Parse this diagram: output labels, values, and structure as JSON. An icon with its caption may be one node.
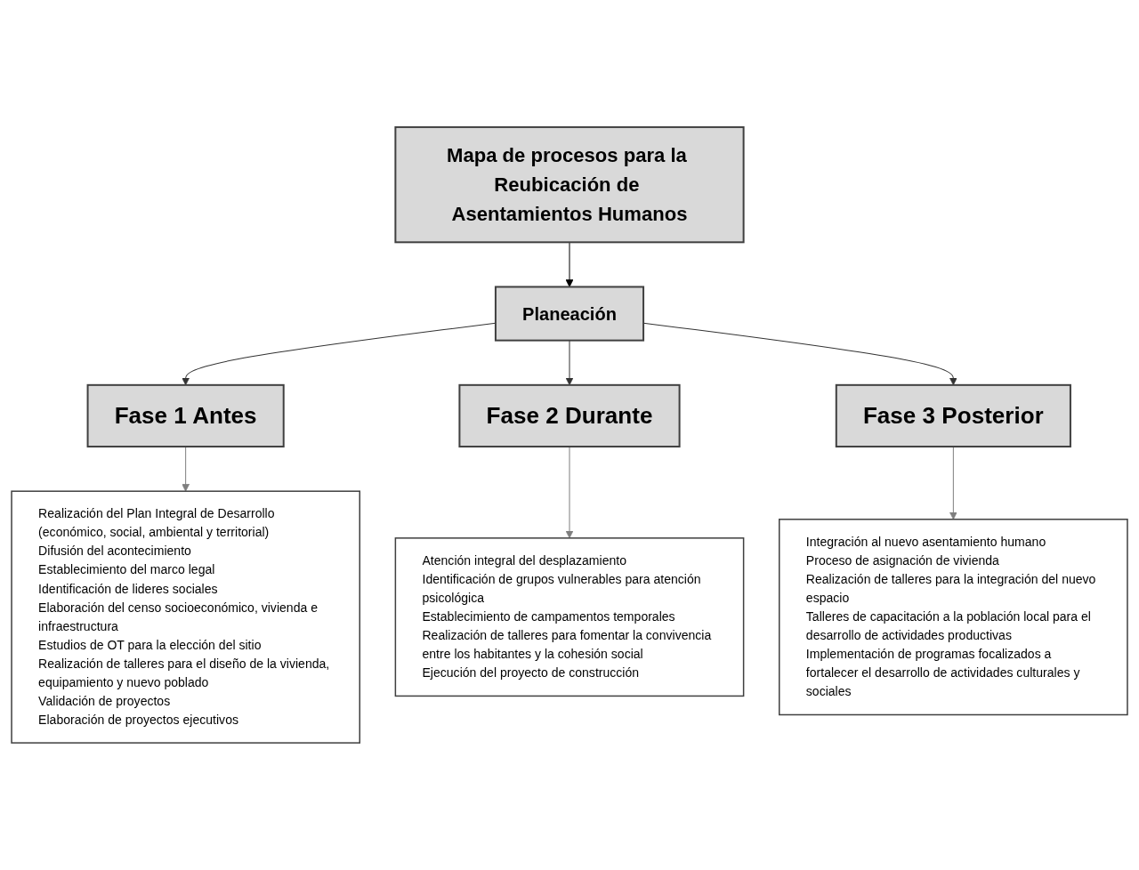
{
  "diagram": {
    "nodes": [
      {
        "text": [
          "Mapa de procesos para la Reubicación de Asentamientos Humanos"
        ]
      },
      {
        "text": [
          "Planeación"
        ]
      },
      {
        "text": [
          "Fase 1 Antes"
        ]
      },
      {
        "text": [
          "Fase 2 Durante"
        ]
      },
      {
        "text": [
          "Fase 3 Posterior"
        ]
      },
      {
        "text": [
          "Realización del Plan Integral de Desarrollo (económico, social, ambiental y territorial)",
          "Difusión del acontecimiento",
          "Establecimiento del marco legal",
          "Identificación de lideres sociales",
          "Elaboración del censo socioeconómico, vivienda e infraestructura",
          "Estudios de OT para la elección del sitio",
          "Realización de talleres para el diseño de la vivienda, equipamiento y nuevo poblado",
          "Validación de proyectos",
          "Elaboración de proyectos ejecutivos"
        ]
      },
      {
        "text": [
          "Atención integral del desplazamiento",
          "Identificación de grupos vulnerables para atención psicológica",
          "Establecimiento de campamentos temporales",
          "Realización de talleres para fomentar la convivencia entre los habitantes y la cohesión social",
          "Ejecución del proyecto de construcción"
        ]
      },
      {
        "text": [
          "Integración al nuevo asentamiento humano",
          "Proceso de asignación de vivienda",
          "Realización de talleres para la integración del nuevo espacio",
          "Talleres de capacitación a la población local para el desarrollo de actividades productivas",
          "Implementación de programas focalizados a fortalecer el desarrollo de actividades culturales y sociales"
        ]
      }
    ],
    "edges": [
      {
        "from": 0,
        "to": 1,
        "arrow": "to",
        "color": "#000000"
      },
      {
        "from": 1,
        "to": 2,
        "arrow": "to"
      },
      {
        "from": 1,
        "to": 3,
        "arrow": "to"
      },
      {
        "from": 1,
        "to": 4,
        "arrow": "to"
      },
      {
        "from": 2,
        "to": 5,
        "arrow": "to",
        "color": "#7f7f7f"
      },
      {
        "from": 3,
        "to": 6,
        "arrow": "to",
        "color": "#7f7f7f"
      },
      {
        "from": 4,
        "to": 7,
        "arrow": "to",
        "color": "#7f7f7f"
      }
    ]
  }
}
